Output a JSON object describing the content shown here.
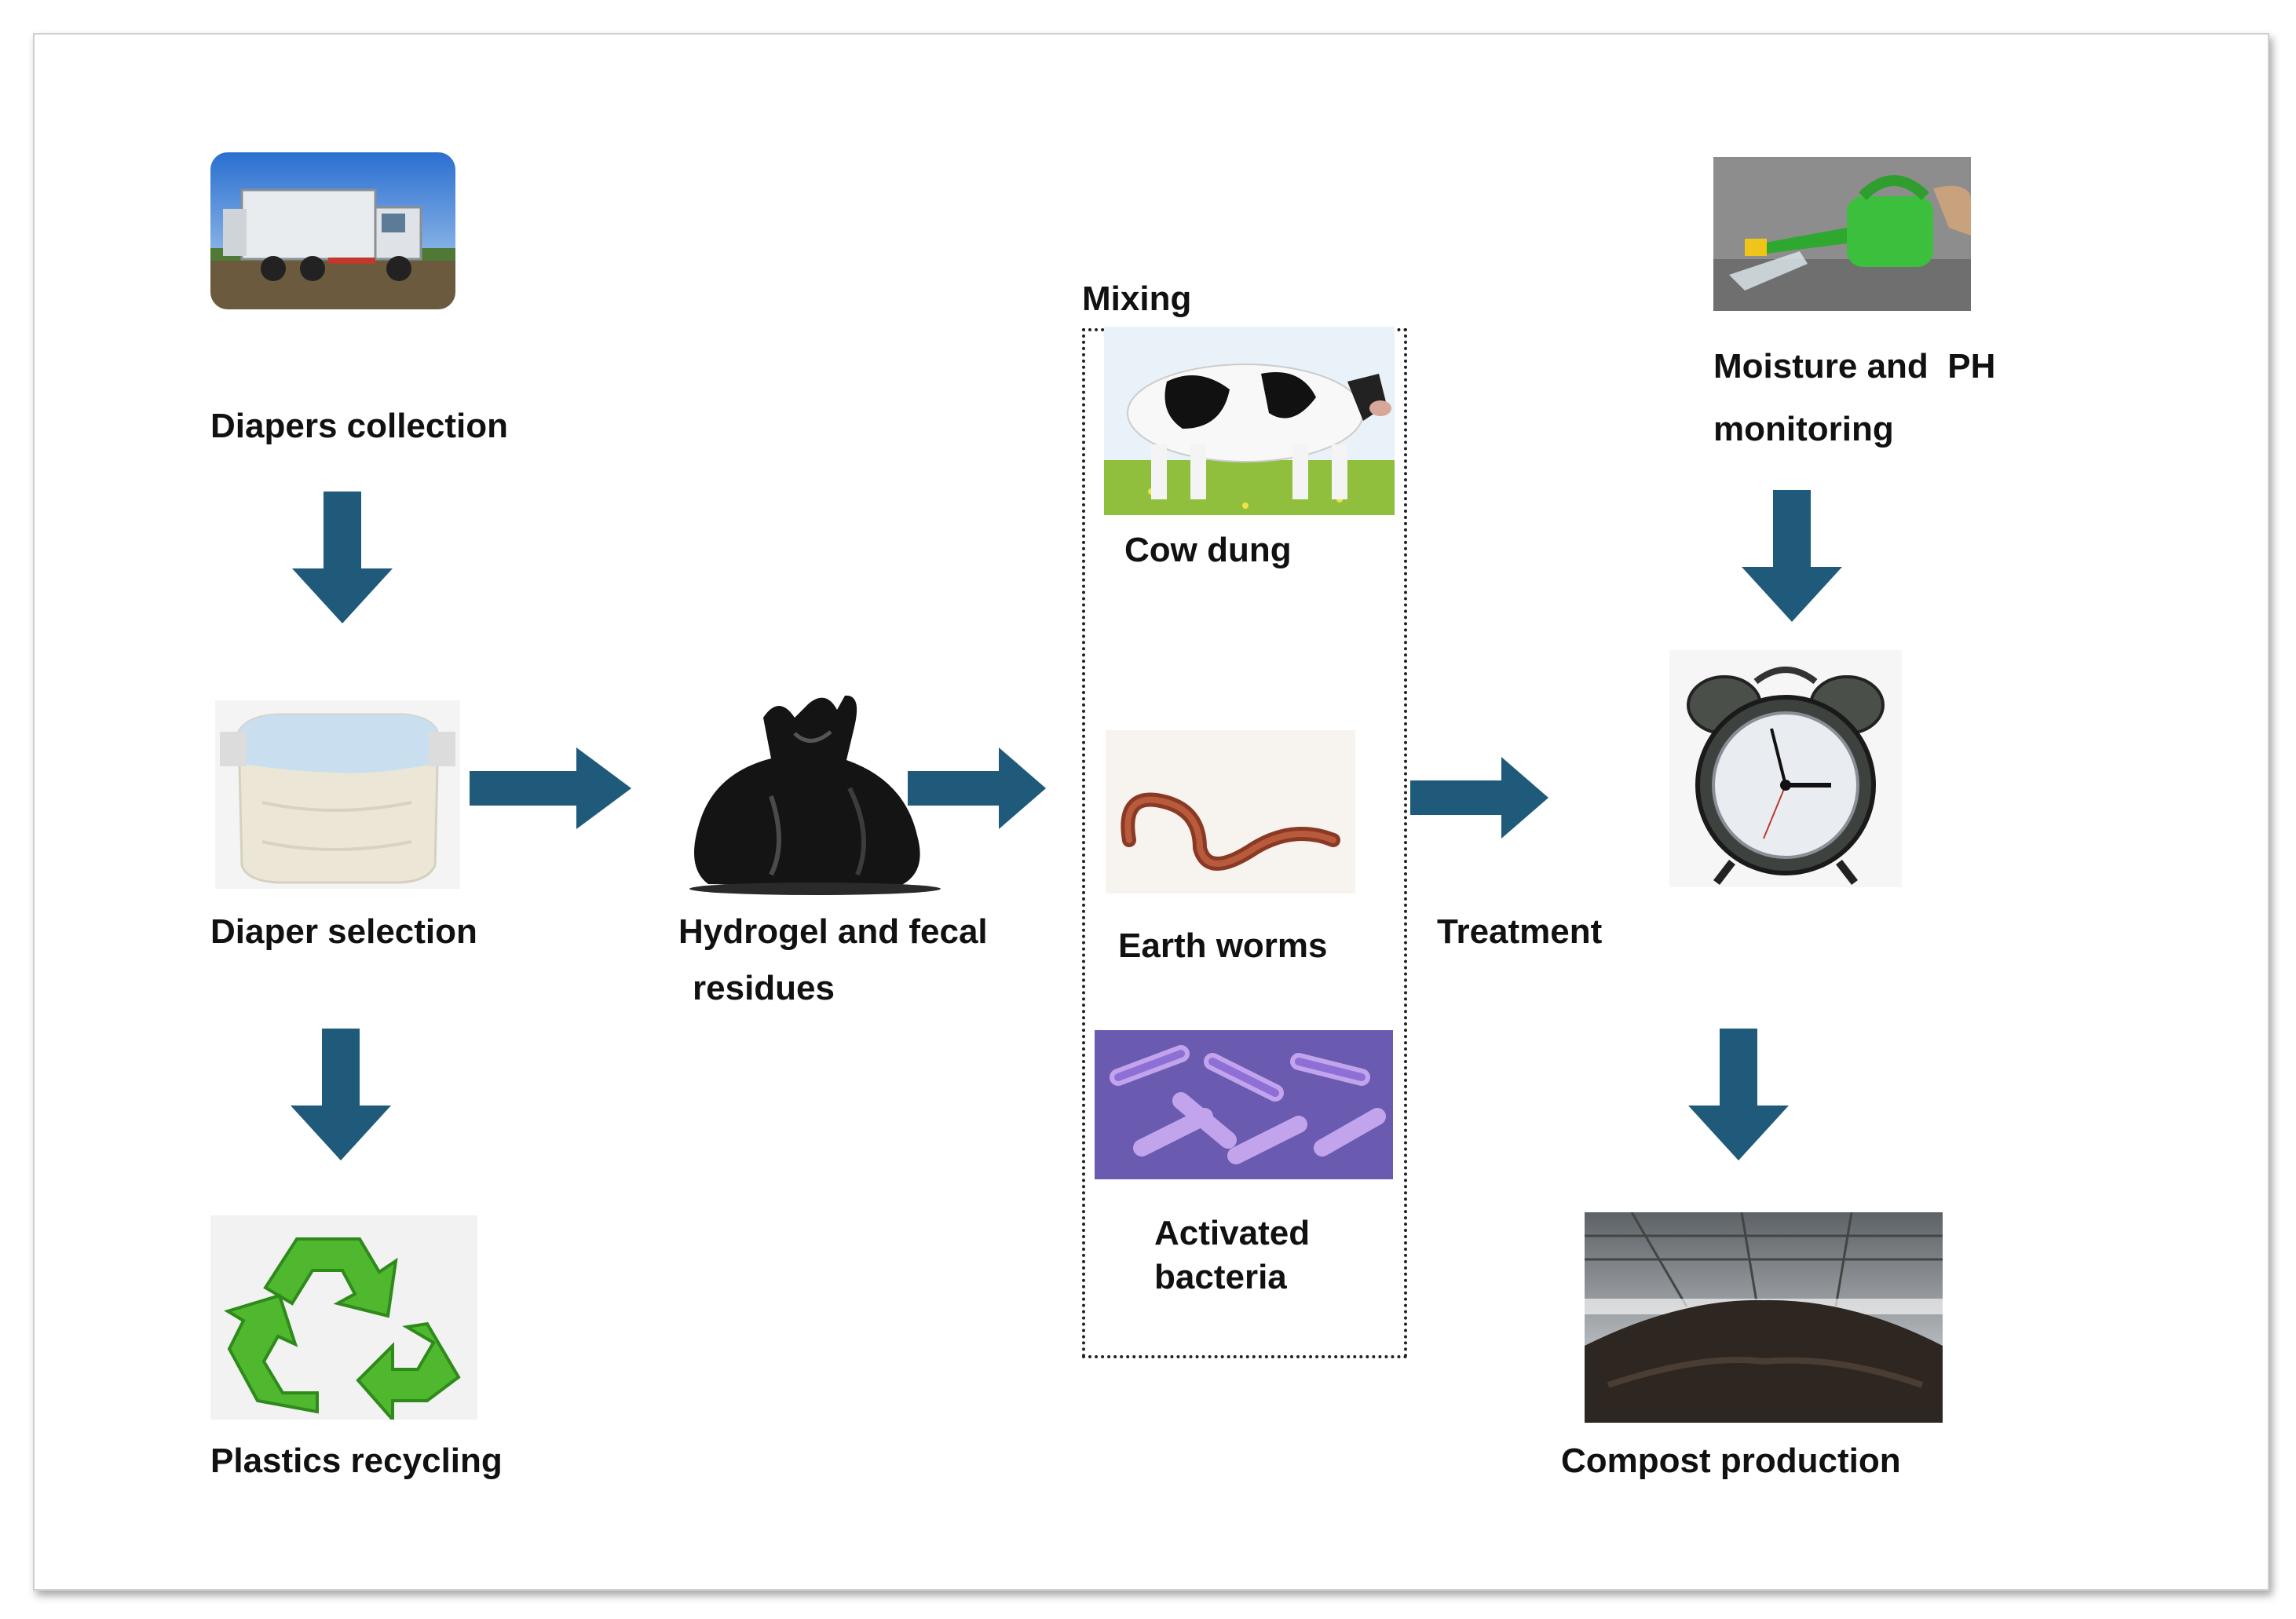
{
  "colors": {
    "arrow": "#1f5a7a"
  },
  "labels": {
    "diapers_collection": "Diapers collection",
    "diaper_selection": "Diaper selection",
    "plastics_recycling": "Plastics recycling",
    "hydrogel_line1": "Hydrogel and fecal",
    "hydrogel_line2": "residues",
    "mixing": "Mixing",
    "cow_dung": "Cow dung",
    "earth_worms": "Earth worms",
    "bacteria_line1": "Activated",
    "bacteria_line2": "bacteria",
    "treatment": "Treatment",
    "moisture_line1": "Moisture and  PH",
    "moisture_line2": "monitoring",
    "compost": "Compost production"
  },
  "icons": [
    "garbage-truck-image",
    "diaper-image",
    "recycle-icon",
    "trash-bag-image",
    "cow-image",
    "earthworm-image",
    "bacteria-image",
    "watering-can-image",
    "alarm-clock-image",
    "compost-image"
  ]
}
